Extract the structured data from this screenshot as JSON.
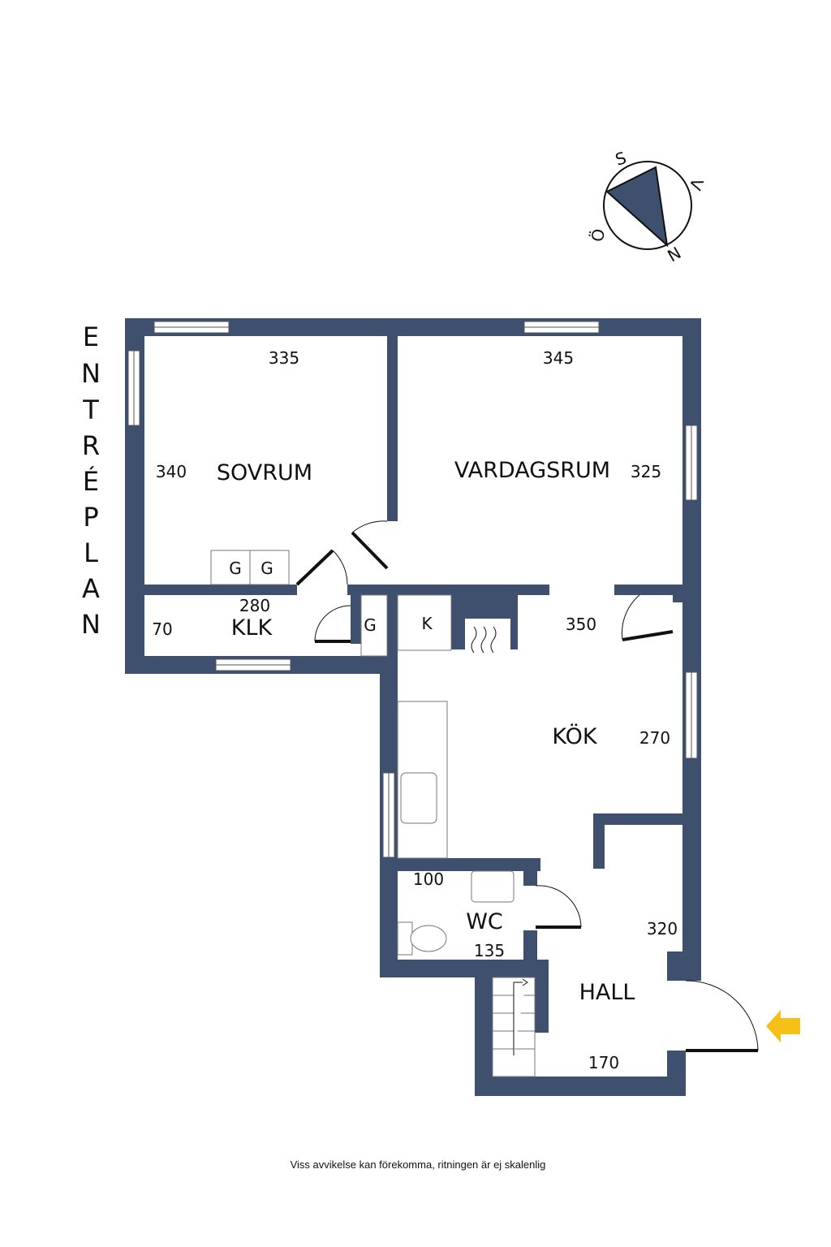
{
  "title_letters": [
    "E",
    "N",
    "T",
    "R",
    "É",
    "P",
    "L",
    "A",
    "N"
  ],
  "compass": {
    "south": "S",
    "west": "V",
    "north": "N",
    "east": "Ö"
  },
  "rooms": {
    "sovrum": "SOVRUM",
    "vardagsrum": "VARDAGSRUM",
    "klk": "KLK",
    "kok": "KÖK",
    "wc": "WC",
    "hall": "HALL"
  },
  "dimensions": {
    "sovrum_width": "335",
    "sovrum_depth": "340",
    "vardagsrum_width": "345",
    "vardagsrum_depth": "325",
    "klk_width": "280",
    "klk_depth": "70",
    "kok_width": "350",
    "kok_depth": "270",
    "wc_width": "100",
    "wc_depth": "135",
    "hall_depth": "320",
    "hall_width": "170"
  },
  "fixtures": {
    "wardrobe_1": "G",
    "wardrobe_2": "G",
    "klk_wardrobe": "G",
    "fridge": "K"
  },
  "colors": {
    "wall": "#3f4f6e",
    "entrance_arrow": "#f5c018"
  },
  "footnote": "Viss avvikelse kan förekomma, ritningen är ej skalenlig"
}
